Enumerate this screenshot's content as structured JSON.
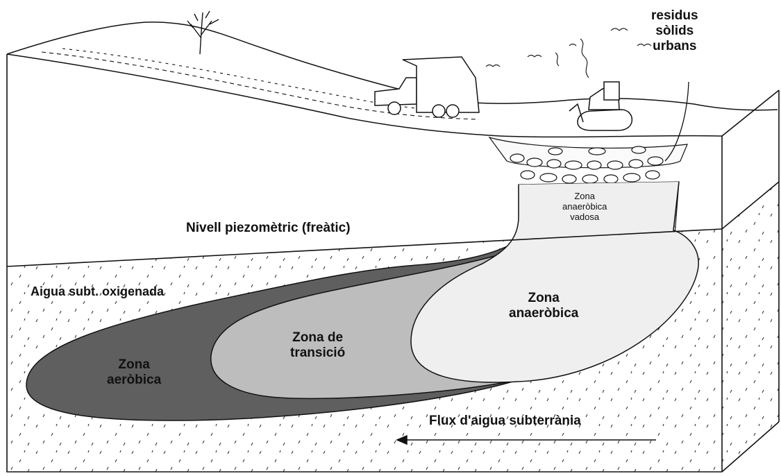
{
  "labels": {
    "residus": "residus\nsòlids\nurbans",
    "zona_vadosa": "Zona\nanaeròbica\nvadosa",
    "nivell": "Nivell piezomètric (freàtic)",
    "aigua_oxigenada": "Aigua subt. oxigenada",
    "zona_anaerobica": "Zona\nanaeròbica",
    "zona_transicio": "Zona de\ntransició",
    "zona_aerobica": "Zona\naeròbica",
    "flux": "Flux d'aigua subterrània"
  },
  "colors": {
    "aerobic": "#5f5f5f",
    "transition": "#bdbdbd",
    "anaerobic": "#efefef",
    "ink": "#111111"
  }
}
